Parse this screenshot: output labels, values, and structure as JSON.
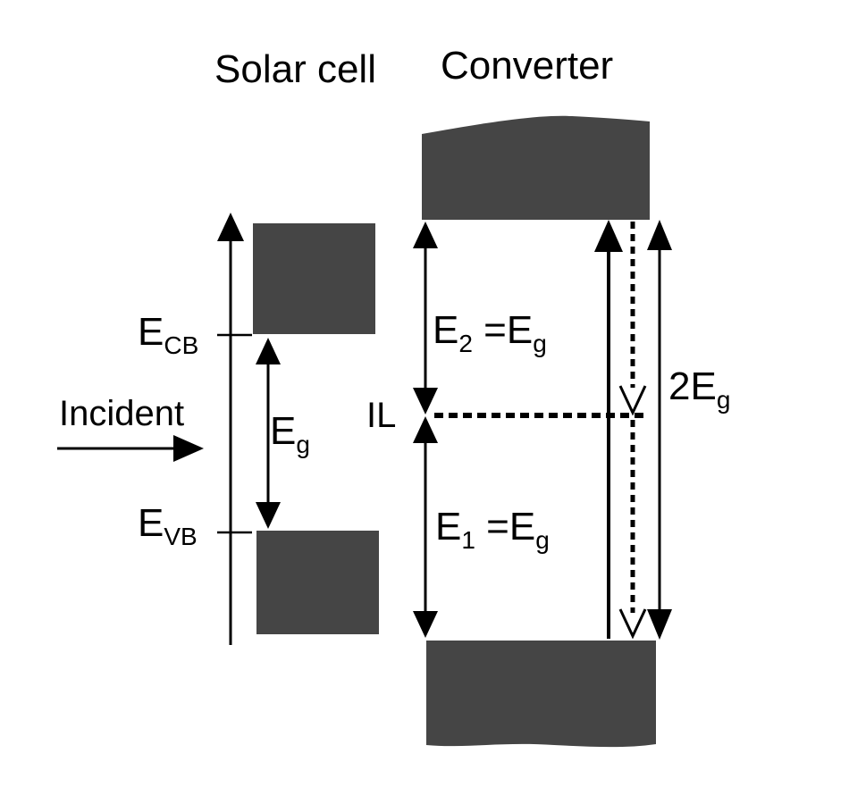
{
  "headings": {
    "solar_cell": "Solar cell",
    "converter": "Converter"
  },
  "solar_cell": {
    "conduction_label": {
      "main": "E",
      "sub": "CB"
    },
    "valence_label": {
      "main": "E",
      "sub": "VB"
    },
    "gap_label": {
      "main": "E",
      "sub": "g"
    },
    "incident_label": "Incident"
  },
  "converter": {
    "upper_gap_label": {
      "main": "E",
      "sub": "2",
      "rest": " =E",
      "sub2": "g"
    },
    "lower_gap_label": {
      "main": "E",
      "sub": "1",
      "rest": " =E",
      "sub2": "g"
    },
    "intermediate_level_label": "IL",
    "total_gap_label": {
      "main": "2E",
      "sub": "g"
    }
  },
  "colors": {
    "band_fill": "#454545",
    "line": "#000000",
    "background": "#ffffff"
  }
}
